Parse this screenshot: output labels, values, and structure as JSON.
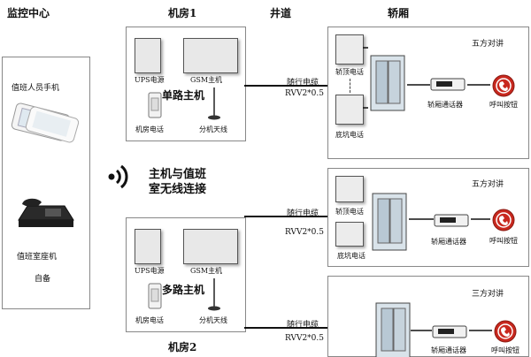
{
  "headers": {
    "monitor_center": "监控中心",
    "machine_room_1": "机房1",
    "shaft": "井道",
    "car": "轿厢",
    "machine_room_2": "机房2"
  },
  "monitor": {
    "mobile_label": "值班人员手机",
    "desk_phone_label": "值班室座机",
    "optional_label": "自备"
  },
  "wireless": {
    "line1": "主机与值班",
    "line2": "室无线连接"
  },
  "room1": {
    "ups_label": "UPS电源",
    "gsm_label": "GSM主机",
    "host_title": "单路主机",
    "phone_label": "机房电话",
    "antenna_label": "分机天线"
  },
  "room2": {
    "ups_label": "UPS电源",
    "gsm_label": "GSM主机",
    "host_title": "多路主机",
    "phone_label": "机房电话",
    "antenna_label": "分机天线"
  },
  "cables": [
    {
      "name": "随行电缆",
      "spec": "RVV2*0.5"
    },
    {
      "name": "随行电缆",
      "spec": "RVV2*0.5"
    },
    {
      "name": "随行电缆",
      "spec": "RVV2*0.5"
    }
  ],
  "cars": [
    {
      "title": "五方对讲",
      "top_phone": "轿顶电话",
      "pit_phone": "底坑电话",
      "communicator": "轿厢通话器",
      "call_button": "呼叫按钮"
    },
    {
      "title": "五方对讲",
      "top_phone": "轿顶电话",
      "pit_phone": "底坑电话",
      "communicator": "轿厢通话器",
      "call_button": "呼叫按钮"
    },
    {
      "title": "三方对讲",
      "communicator": "轿厢通话器",
      "call_button": "呼叫按钮"
    }
  ],
  "colors": {
    "call_button": "#c8281e",
    "cable": "#111111",
    "box_border": "#888888"
  }
}
